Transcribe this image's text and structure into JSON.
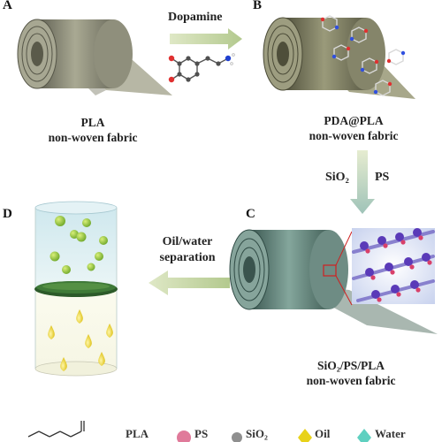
{
  "panels": {
    "a": {
      "letter": "A",
      "caption_line1": "PLA",
      "caption_line2": "non-woven fabric"
    },
    "b": {
      "letter": "B",
      "caption_line1": "PDA@PLA",
      "caption_line2": "non-woven fabric"
    },
    "c": {
      "letter": "C",
      "caption_line1": "SiO₂/PS/PLA",
      "caption_line2": "non-woven fabric"
    },
    "d": {
      "letter": "D"
    }
  },
  "arrows": {
    "a_to_b": "Dopamine",
    "b_to_c_left": "SiO₂",
    "b_to_c_right": "PS",
    "c_to_d_line1": "Oil/water",
    "c_to_d_line2": "separation"
  },
  "legend": {
    "pla": "PLA",
    "ps": "PS",
    "sio2": "SiO₂",
    "oil": "Oil",
    "water": "Water"
  },
  "colors": {
    "roll_base": "#7d7d6a",
    "pda_roll": "#6e6e50",
    "coated_roll": "#4e6e66",
    "arrow": "#c8d8a8",
    "oil_drop": "#e8d21a",
    "water_drop": "#5fd0c0",
    "ps_sphere": "#e07a9a"
  }
}
